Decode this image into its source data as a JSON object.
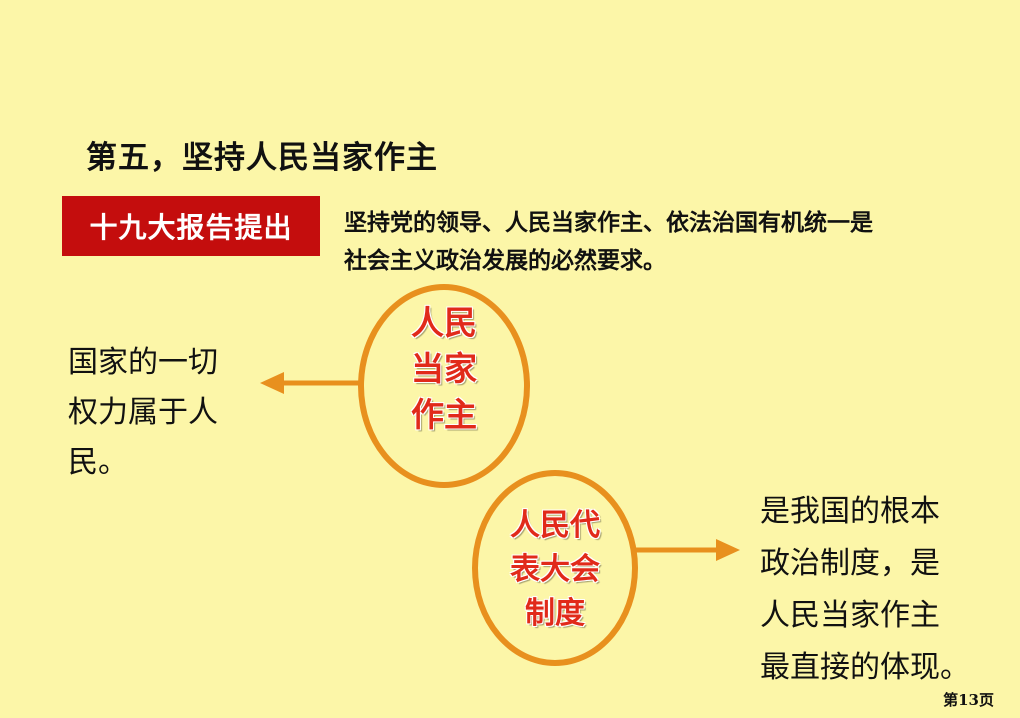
{
  "title": "第五，坚持人民当家作主",
  "tag": "十九大报告提出",
  "statement": {
    "line1": "坚持党的领导、人民当家作主、依法治国有机统一是",
    "line2": "社会主义政治发展的必然要求。"
  },
  "left_text": {
    "line1": "国家的一切",
    "line2": "权力属于人",
    "line3": "民。"
  },
  "ellipse1": {
    "line1": "人民",
    "line2": "当家",
    "line3": "作主"
  },
  "ellipse2": {
    "line1": "人民代",
    "line2": "表大会",
    "line3": "制度"
  },
  "right_text": {
    "line1": "是我国的根本",
    "line2": "政治制度，是",
    "line3": "人民当家作主",
    "line4": "最直接的体现。"
  },
  "page_number": "第13页",
  "colors": {
    "background": "#fcf6a8",
    "tag_background": "#c40d0d",
    "accent_orange": "#e8901e",
    "ellipse_text": "#e12a1a"
  }
}
